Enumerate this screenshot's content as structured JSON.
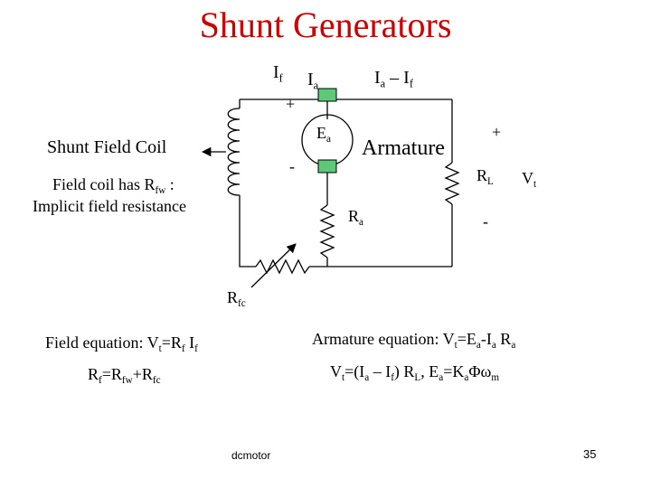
{
  "slide": {
    "title": "Shunt Generators",
    "footer": "dcmotor",
    "page_number": "35",
    "accent_color": "#cc0000"
  },
  "diagram": {
    "currents": {
      "field": {
        "base": "I",
        "sub": "f"
      },
      "armature": {
        "base": "I",
        "sub": "a"
      },
      "load": {
        "base": "I",
        "sub1": "a",
        "sep": " – I",
        "sub2": "f"
      }
    },
    "emf": {
      "base": "E",
      "sub": "a"
    },
    "armature_label": "Armature",
    "shunt_field_label": "Shunt Field Coil",
    "field_note": {
      "line1": "Field coil has R",
      "line1_sub": "fw",
      "line1_end": " :",
      "line2": "Implicit field resistance"
    },
    "armature_resistance": {
      "base": "R",
      "sub": "a"
    },
    "load_resistance": {
      "base": "R",
      "sub": "L"
    },
    "terminal_voltage": {
      "base": "V",
      "sub": "t"
    },
    "field_rheostat": {
      "base": "R",
      "sub": "fc"
    },
    "polarity": {
      "plus": "+",
      "minus": "-"
    }
  },
  "equations": {
    "field": {
      "prefix": "Field equation: V",
      "s1": "t",
      "m1": "=R",
      "s2": "f",
      "m2": " I",
      "s3": "f"
    },
    "field_resistance": {
      "p1": "R",
      "s1": "f",
      "m1": "=R",
      "s2": "fw",
      "m2": "+R",
      "s3": "fc"
    },
    "armature": {
      "prefix": "Armature equation: V",
      "s1": "t",
      "m1": "=E",
      "s2": "a",
      "m2": "-I",
      "s3": "a",
      "m3": " R",
      "s4": "a"
    },
    "terminal": {
      "p1": "V",
      "s1": "t",
      "m1": "=(I",
      "s2": "a",
      "m2": " – I",
      "s3": "f",
      "m3": ") R",
      "s4": "L",
      "m4": ", E",
      "s5": "a",
      "m5": "=K",
      "s6": "a",
      "m6": "Φω",
      "s7": "m"
    }
  }
}
